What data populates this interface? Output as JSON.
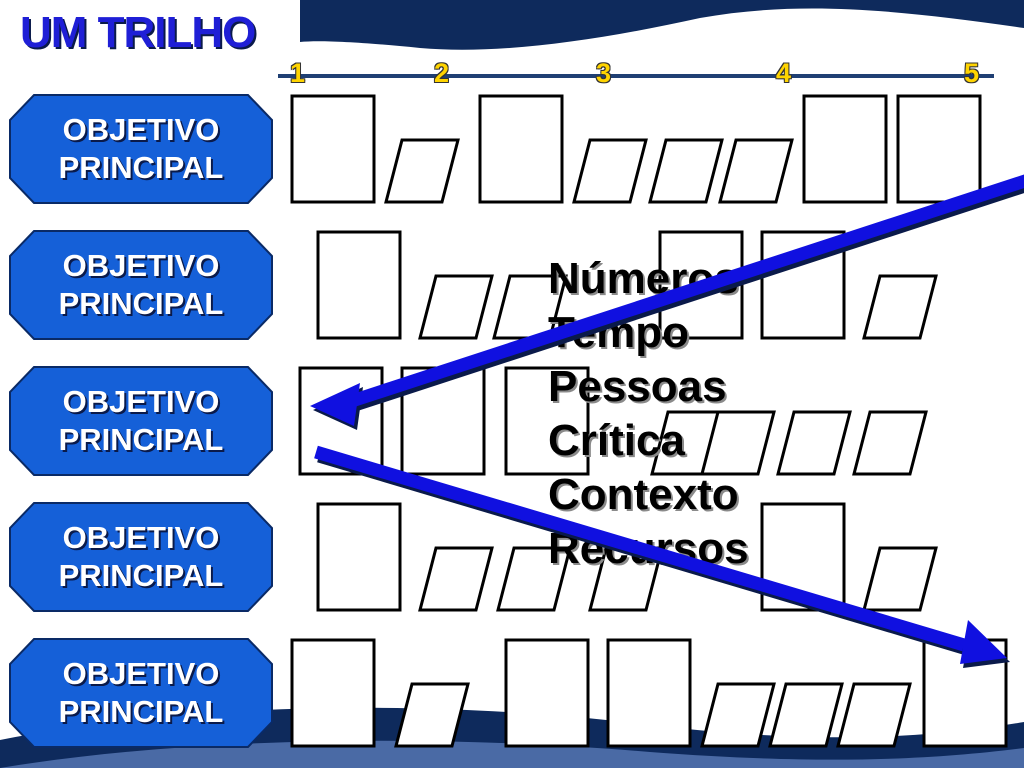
{
  "slide": {
    "title": "UM TRILHO",
    "timeline_labels": [
      "1",
      "2",
      "3",
      "4",
      "5"
    ],
    "objectives": [
      "OBJETIVO\nPRINCIPAL",
      "OBJETIVO\nPRINCIPAL",
      "OBJETIVO\nPRINCIPAL",
      "OBJETIVO\nPRINCIPAL",
      "OBJETIVO\nPRINCIPAL"
    ],
    "factors": [
      "Números",
      "Tempo",
      "Pessoas",
      "Crítica",
      "Contexto",
      "Recursos"
    ],
    "colors": {
      "title": "#1f1fd6",
      "objective_fill": "#1560d8",
      "arrow": "#1010e0",
      "number": "#ffd400",
      "background_wave": "#0e2a5c"
    }
  }
}
